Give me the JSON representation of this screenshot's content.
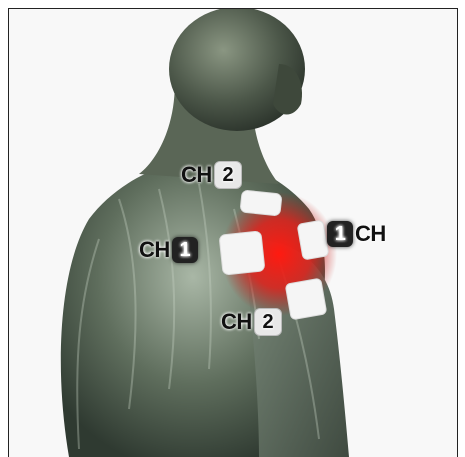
{
  "channels": [
    {
      "id": "ch2-top",
      "prefix": "CH",
      "number": "2",
      "badge_style": "light",
      "order": "text-first"
    },
    {
      "id": "ch1-left",
      "prefix": "CH",
      "number": "1",
      "badge_style": "dark",
      "order": "text-first"
    },
    {
      "id": "ch1-right",
      "prefix": "CH",
      "number": "1",
      "badge_style": "dark",
      "order": "badge-first"
    },
    {
      "id": "ch2-bottom",
      "prefix": "CH",
      "number": "2",
      "badge_style": "light",
      "order": "text-first"
    }
  ],
  "colors": {
    "skin": "#5d6a5a",
    "highlight": "#9fb0a4",
    "pain_area": "#e01f1a",
    "electrode_pad": "#f5f5f5"
  }
}
